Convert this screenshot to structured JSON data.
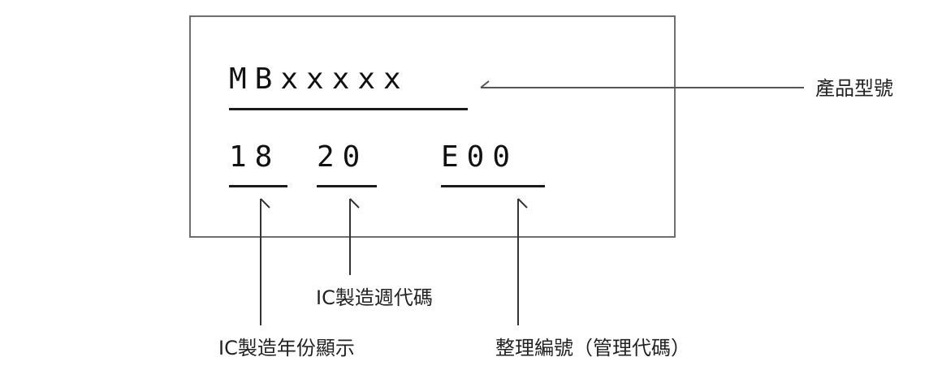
{
  "chip_marking": {
    "product_model": "MBxxxxx",
    "year_code": "18",
    "week_code": "20",
    "management_code": "E00"
  },
  "labels": {
    "product_model": "產品型號",
    "ic_week_code": "IC製造週代碼",
    "ic_year_display": "IC製造年份顯示",
    "management_number": "整理編號（管理代碼）"
  },
  "colors": {
    "box_border": "#6e6e6e",
    "text": "#222222",
    "line": "#333333"
  }
}
